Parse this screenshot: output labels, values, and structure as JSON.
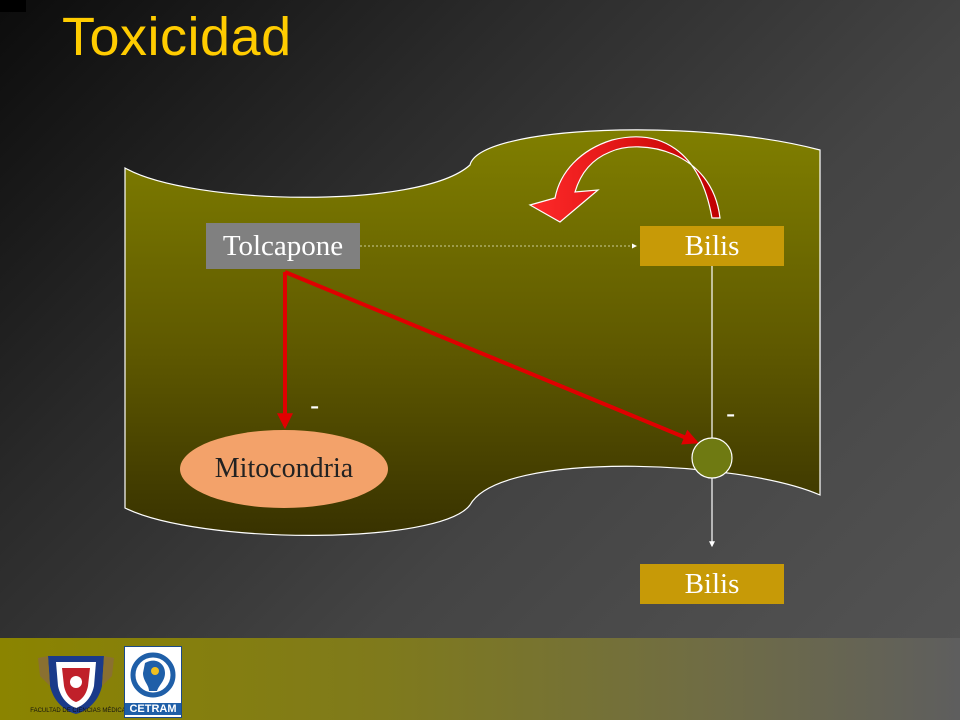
{
  "slide": {
    "title": "Toxicidad"
  },
  "diagram": {
    "nodes": {
      "tolcapone": "Tolcapone",
      "bilis_top": "Bilis",
      "bilis_bottom": "Bilis",
      "mitocondria": "Mitocondria"
    },
    "inhibition_left": "-",
    "inhibition_right": "-"
  },
  "footer": {
    "faculty_caption": "FACULTAD DE CIENCIAS MÉDICAS",
    "cetram_label": "CETRAM"
  },
  "colors": {
    "title": "#ffcc00",
    "cell_fill_top": "#7f7f00",
    "cell_fill_bottom": "#3d3800",
    "bilis_box": "#c79a07",
    "tolcapone_box": "#808080",
    "mito_fill": "#f3a26a",
    "arrow_red": "#e00000"
  }
}
